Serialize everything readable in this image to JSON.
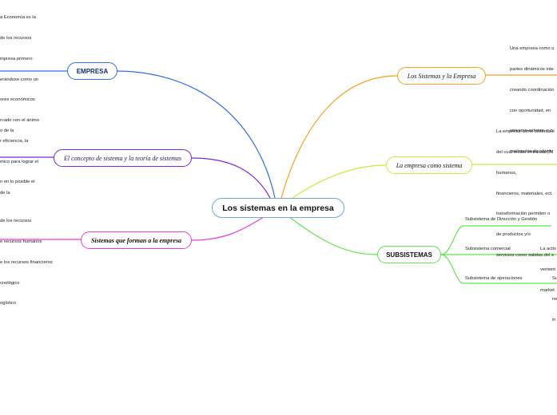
{
  "central": {
    "label": "Los sistemas en la empresa"
  },
  "branches": {
    "empresa": {
      "label": "EMPRESA",
      "color": "#2f6fe4"
    },
    "concepto": {
      "label": "El concepto de sistema y la teoría de sistemas",
      "color": "#7b27d6"
    },
    "sistemas_forman": {
      "label": "Sistemas que forman a la empresa",
      "color": "#e23fd9"
    },
    "sistemas_empresa": {
      "label": "Los Sistemas y la Empresa",
      "color": "#f2a11d"
    },
    "empresa_sistema": {
      "label": "La empresa como sistema",
      "color": "#cfe73a"
    },
    "subsistemas": {
      "label": "SUBSISTEMAS",
      "color": "#5ee64a"
    }
  },
  "notes": {
    "empresa": [
      "a Economía es la",
      "de los recursos",
      "mpresa primero",
      "erándose como un",
      "ores económicos",
      "rcado con el ánimo",
      "r eficiencia, la",
      "mico para lograr el",
      "n en lo posible el"
    ],
    "concepto": [
      "o de la",
      "",
      "",
      "de la"
    ],
    "sistemas_forman": [
      "de los recursos",
      "e recursos humanos",
      "e los recursos financieros",
      "cnológico",
      "ogístico"
    ],
    "sistemas_empresa": [
      "Una empresa como u",
      "partes dinámicos inte",
      "creando coordinación",
      "con oportunidad, en",
      "universo exterior, y q",
      "realización de objetiv"
    ],
    "empresa_sistema": [
      "La empresa como sistema e",
      "del cual recibe entradas (IN",
      "humanos,",
      "financieros, materiales, ect.",
      "transformación permiten o",
      "de productos y/o",
      "servicios como salidas del s"
    ]
  },
  "subsistemas": {
    "items": [
      {
        "label": "Subsistema de Dirección y Gestión"
      },
      {
        "label": "Subsistema comercial"
      },
      {
        "label": "Subsistema de operaciones"
      }
    ],
    "comercial_note": [
      "La activ",
      "ventent",
      "market"
    ],
    "operaciones_note": [
      "Su",
      "ne",
      "in"
    ]
  }
}
